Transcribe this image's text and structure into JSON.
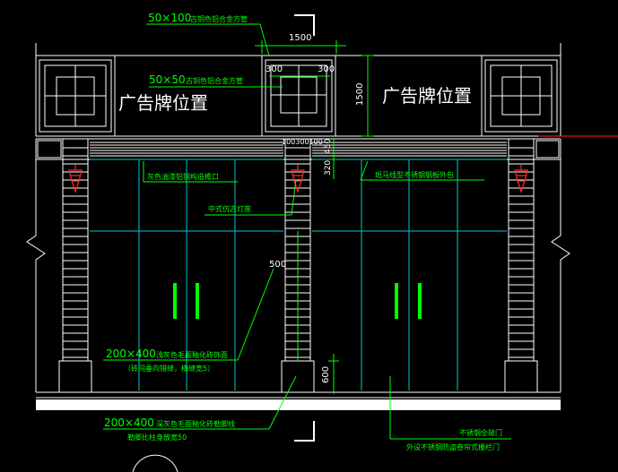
{
  "signs": {
    "left": "广告牌位置",
    "right": "广告牌位置"
  },
  "labels": {
    "tube_large": "50×100",
    "tube_large_note": "古铜色铝合金方管",
    "tube_small": "50×50",
    "tube_small_note": "古铜色铝合金方管",
    "lintel": "灰色油漆铝钢构造檐口",
    "lamp": "中式仿古灯座",
    "steel_trim": "斑马线型不锈钢钢板外包",
    "pier_face": "200×400",
    "pier_face_note": "浅灰色毛面釉化砖饰面",
    "pier_face_sub": "（砖间垂向错缝，横缝宽5）",
    "base_face": "200×400",
    "base_face_note": "深灰色毛面釉化砖勒脚线",
    "base_face_sub": "勒脚比柱身放宽50",
    "door": "不锈钢全玻门",
    "grille": "外设不锈钢防盗卷帘式栅栏门"
  },
  "dims": {
    "top_1500": "1500",
    "side_1500": "1500",
    "w300a": "300",
    "w300b": "300",
    "d450": "450",
    "d320": "320",
    "d500": "500",
    "d600": "600",
    "d100_300_100": "100300100"
  }
}
